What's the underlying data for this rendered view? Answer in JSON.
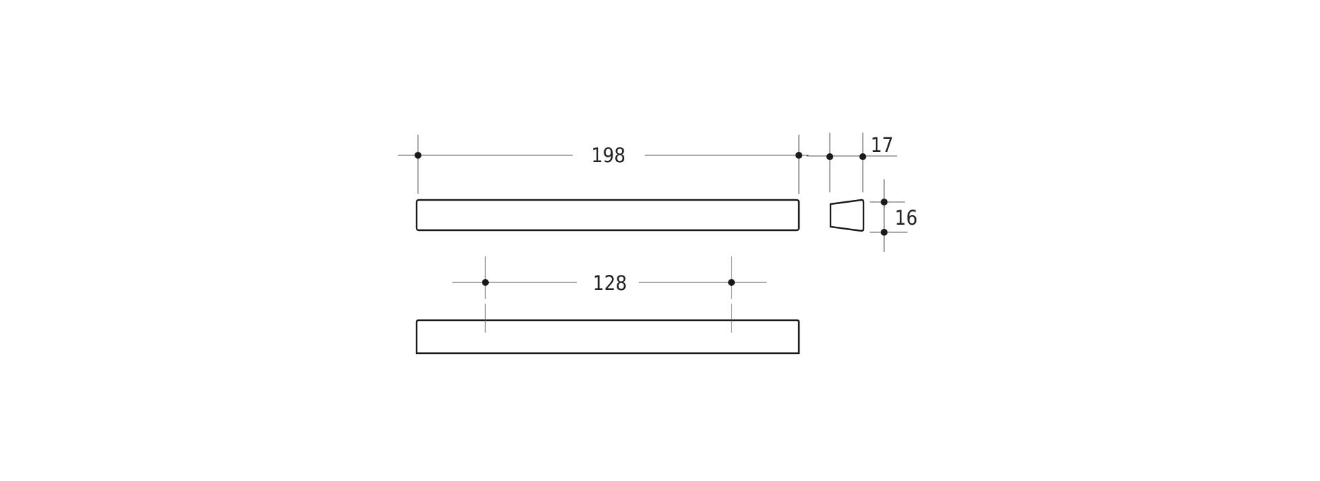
{
  "drawing": {
    "dimensions": {
      "overall_length": "198",
      "hole_spacing": "128",
      "depth": "17",
      "height": "16"
    },
    "colors": {
      "line": "#1a1a1a",
      "background": "#ffffff"
    }
  }
}
